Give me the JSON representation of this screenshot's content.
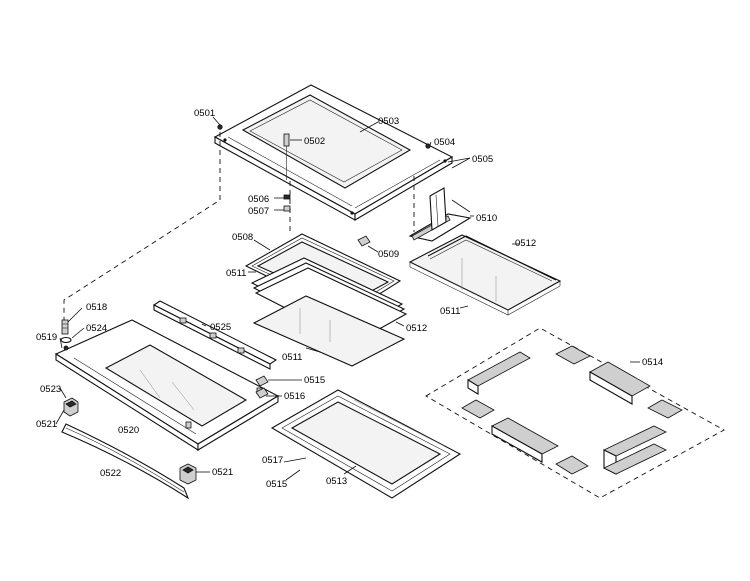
{
  "labels": {
    "p0501": "0501",
    "p0502": "0502",
    "p0503": "0503",
    "p0504": "0504",
    "p0505": "0505",
    "p0506": "0506",
    "p0507": "0507",
    "p0508": "0508",
    "p0509": "0509",
    "p0510": "0510",
    "p0511a": "0511",
    "p0511b": "0511",
    "p0511c": "0511",
    "p0512a": "0512",
    "p0512b": "0512",
    "p0513": "0513",
    "p0514": "0514",
    "p0515a": "0515",
    "p0515b": "0515",
    "p0516": "0516",
    "p0517": "0517",
    "p0518": "0518",
    "p0519": "0519",
    "p0520": "0520",
    "p0521a": "0521",
    "p0521b": "0521",
    "p0522": "0522",
    "p0523": "0523",
    "p0524": "0524",
    "p0525": "0525"
  }
}
